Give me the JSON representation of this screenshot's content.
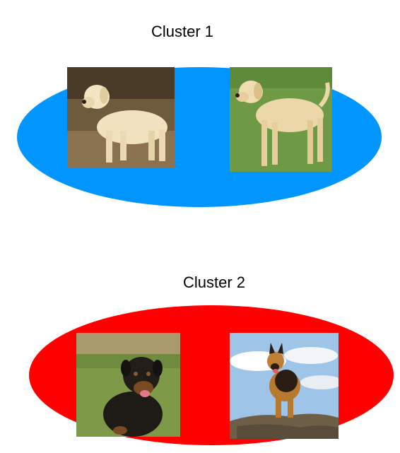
{
  "clusters": [
    {
      "title": "Cluster 1",
      "color": "#0095ff",
      "images": [
        {
          "subject": "yellow labrador retriever",
          "icon": "dog-photo"
        },
        {
          "subject": "yellow labrador retriever",
          "icon": "dog-photo"
        }
      ]
    },
    {
      "title": "Cluster 2",
      "color": "#ff0000",
      "images": [
        {
          "subject": "rottweiler",
          "icon": "dog-photo"
        },
        {
          "subject": "german shepherd",
          "icon": "dog-photo"
        }
      ]
    }
  ]
}
